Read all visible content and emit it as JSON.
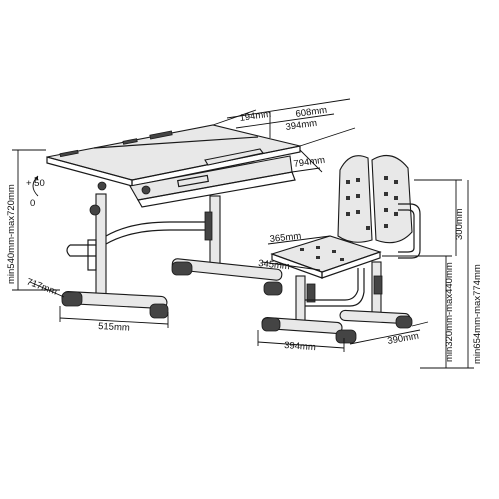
{
  "dimensions": {
    "total_width": "608mm",
    "front_section": "194mm",
    "rear_section": "394mm",
    "desk_depth": "794mm",
    "tilt_max": "+ 50",
    "tilt_min": "0",
    "desk_height": "min540mm-max720mm",
    "leg_depth": "717mm",
    "base_width": "515mm",
    "seat_width": "365mm",
    "seat_depth": "345mm",
    "backrest_height": "300mm",
    "seat_height": "min320mm-max440mm",
    "chair_total_height": "min654mm-max774mm",
    "chair_base_width": "394mm",
    "chair_base_depth": "390mm"
  }
}
